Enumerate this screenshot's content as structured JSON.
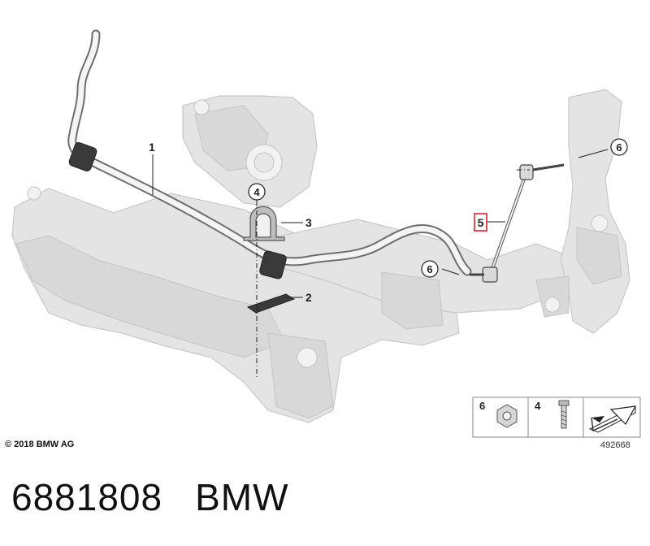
{
  "callouts": {
    "c1": "1",
    "c2": "2",
    "c3": "3",
    "c4": "4",
    "c5": "5",
    "c6a": "6",
    "c6b": "6"
  },
  "legend": {
    "item6_label": "6",
    "item4_label": "4"
  },
  "figure_number": "492668",
  "copyright": "© 2018 BMW AG",
  "footer": {
    "part_number": "6881808",
    "brand": "BMW"
  },
  "colors": {
    "highlight_box": "#e0393e",
    "frame": "#e3e3e3",
    "frame_edge": "#c4c4c4",
    "bar": "#7a7a7a"
  }
}
